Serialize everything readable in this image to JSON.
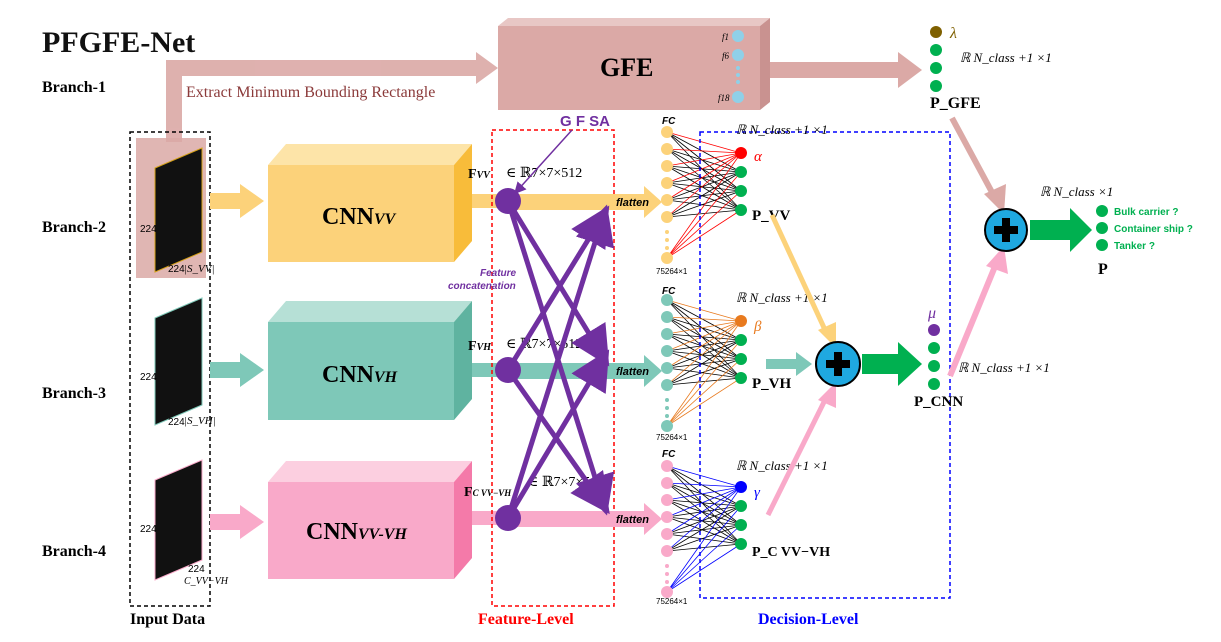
{
  "title": "PFGFE-Net",
  "branches": [
    "Branch-1",
    "Branch-2",
    "Branch-3",
    "Branch-4"
  ],
  "extract_label": "Extract Minimum Bounding Rectangle",
  "gfe": {
    "label": "GFE",
    "features": [
      "f1",
      "f6",
      "f18"
    ]
  },
  "input_size": "224",
  "inputs": [
    "|S_VV|",
    "|S_VH|",
    "C_VV−VH"
  ],
  "cnn_blocks": [
    {
      "main": "CNN",
      "sub": "VV",
      "color": "#fcd27a",
      "top": "#fde4a8",
      "side": "#f8bc3a"
    },
    {
      "main": "CNN",
      "sub": "VH",
      "color": "#7ec8b8",
      "top": "#b6e0d6",
      "side": "#5fb3a0"
    },
    {
      "main": "CNN",
      "sub": "VV-VH",
      "color": "#f9a9c9",
      "top": "#fccfe0",
      "side": "#f47aa9"
    }
  ],
  "features": [
    {
      "sym": "F",
      "sub": "VV",
      "dims": "∈ ℝ7×7×512"
    },
    {
      "sym": "F",
      "sub": "VH",
      "dims": "∈ ℝ7×7×512"
    },
    {
      "sym": "F",
      "sub": "C VV−VH",
      "dims": "∈ ℝ7×7×512"
    }
  ],
  "gfsa": "G F SA",
  "feature_concat": "Feature concatenation",
  "flatten": "flatten",
  "fc": "FC",
  "fc_size": "75264×1",
  "weights": [
    "α",
    "β",
    "γ"
  ],
  "p_outputs": [
    "P_VV",
    "P_VH",
    "P_C VV−VH"
  ],
  "rn_class": "ℝ N_class +1 ×1",
  "lambda": "λ",
  "p_gfe": "P_GFE",
  "mu": "μ",
  "p_cnn": "P_CNN",
  "rn_final": "ℝ N_class ×1",
  "classes": [
    "Bulk carrier ?",
    "Container ship ?",
    "Tanker ?"
  ],
  "p_final": "P",
  "section_labels": [
    "Input Data",
    "Feature-Level",
    "Decision-Level"
  ],
  "colors": {
    "vv": "#fcd27a",
    "vh": "#7ec8b8",
    "vvvh": "#f9a9c9",
    "gfe": "#dba9a6",
    "purple": "#7030a0",
    "green": "#00b050",
    "sum": "#1fa8e0",
    "feature_box": "#ff0000",
    "decision_box": "#0000ff",
    "alpha": "#ff0000",
    "beta": "#e87a1e",
    "gamma": "#0000ff",
    "lambda": "#7f6000"
  }
}
